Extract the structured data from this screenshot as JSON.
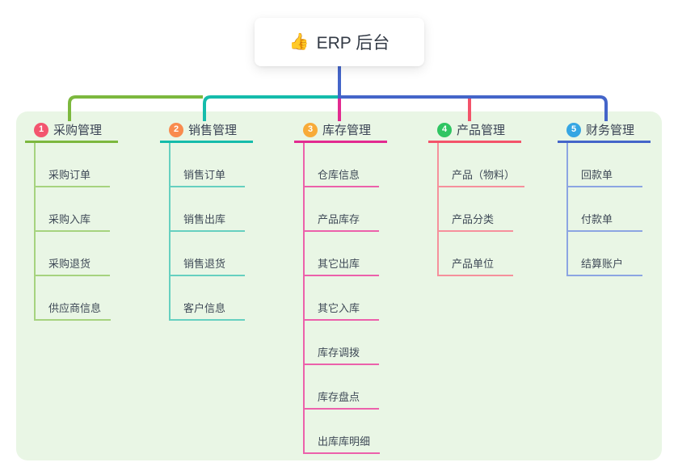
{
  "root": {
    "icon": "👍",
    "icon_name": "thumbs-up-icon",
    "title": "ERP 后台"
  },
  "colors": {
    "panel_bg": "#e9f6e5",
    "node_bg": "#ffffff",
    "root_text": "#333a45",
    "label_text": "#3a4354",
    "child_text": "#3f4a57",
    "root_line": "#4465c9"
  },
  "branches": [
    {
      "number": "1",
      "label": "采购管理",
      "badge_color": "#f3556f",
      "line_color": "#7cb83e",
      "child_line_color": "#a6d37f",
      "children": [
        "采购订单",
        "采购入库",
        "采购退货",
        "供应商信息"
      ]
    },
    {
      "number": "2",
      "label": "销售管理",
      "badge_color": "#f98b4e",
      "line_color": "#15bcab",
      "child_line_color": "#66d0c0",
      "children": [
        "销售订单",
        "销售出库",
        "销售退货",
        "客户信息"
      ]
    },
    {
      "number": "3",
      "label": "库存管理",
      "badge_color": "#f8ab38",
      "line_color": "#e22a90",
      "child_line_color": "#ec61ab",
      "children": [
        "仓库信息",
        "产品库存",
        "其它出库",
        "其它入库",
        "库存调拨",
        "库存盘点",
        "出库库明细"
      ]
    },
    {
      "number": "4",
      "label": "产品管理",
      "badge_color": "#2fc562",
      "line_color": "#f3536a",
      "child_line_color": "#f6909c",
      "children": [
        "产品（物料）",
        "产品分类",
        "产品单位"
      ]
    },
    {
      "number": "5",
      "label": "财务管理",
      "badge_color": "#36a6e3",
      "line_color": "#4465c9",
      "child_line_color": "#8ca5e2",
      "children": [
        "回款单",
        "付款单",
        "结算账户"
      ]
    }
  ]
}
